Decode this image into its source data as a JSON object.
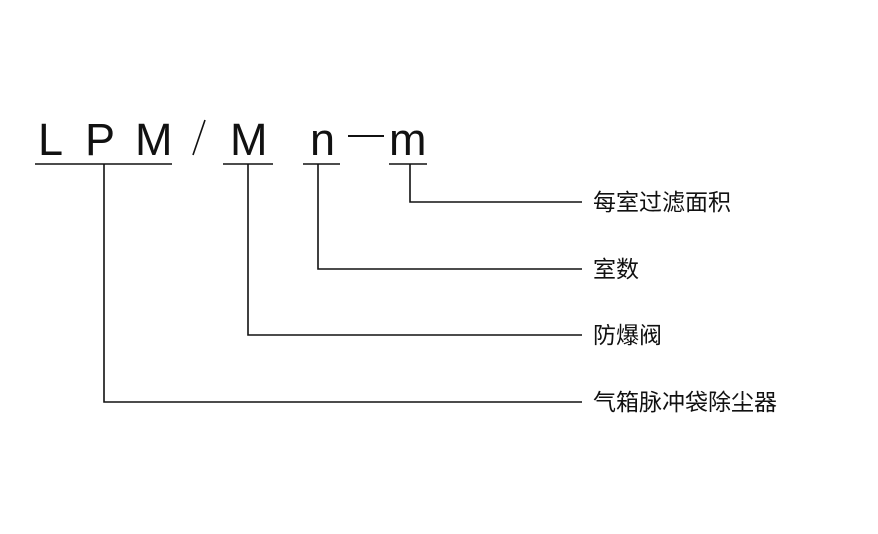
{
  "code": {
    "parts": [
      "L",
      "P",
      "M",
      "/",
      "M",
      "n",
      "—",
      "m"
    ]
  },
  "labels": {
    "m": "每室过滤面积",
    "n": "室数",
    "M": "防爆阀",
    "LPM": "气箱脉冲袋除尘器"
  }
}
